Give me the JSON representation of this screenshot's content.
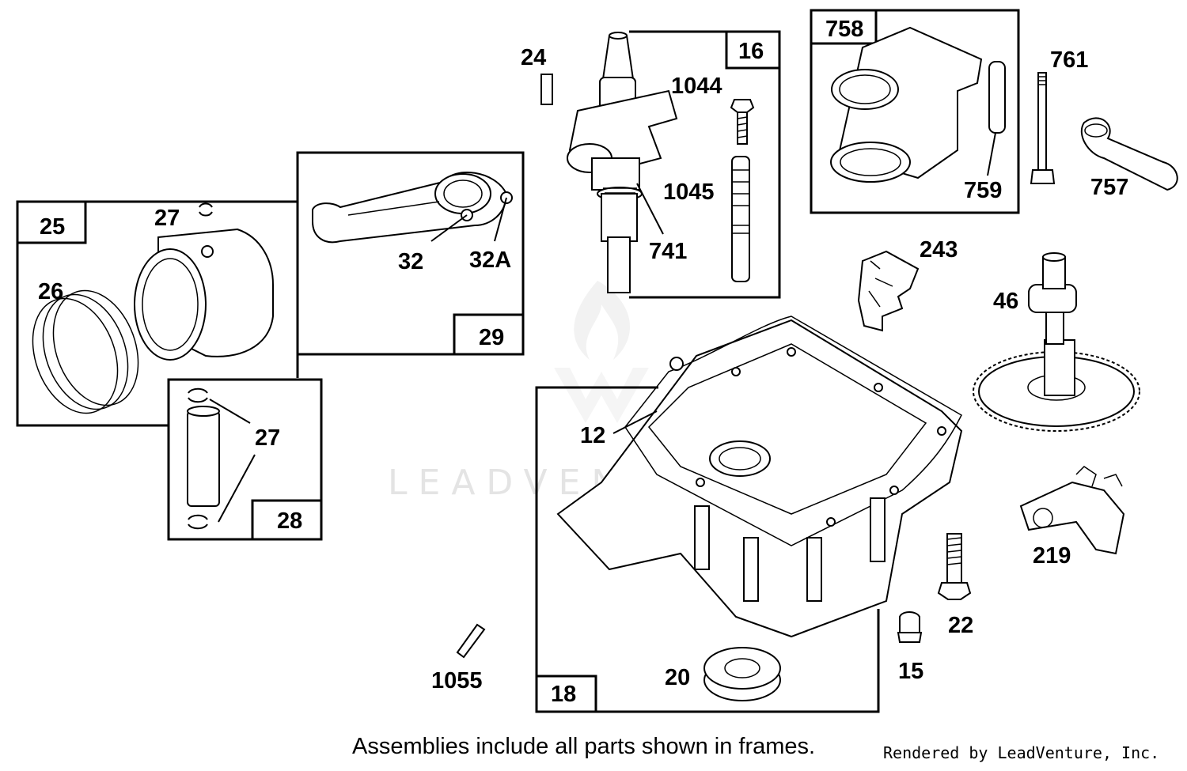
{
  "watermark": "LEADVENTURE",
  "footer": {
    "note": "Assemblies include all parts shown in frames.",
    "credit": "Rendered by LeadVenture, Inc."
  },
  "frames": {
    "f16": "16",
    "f758": "758",
    "f25": "25",
    "f29": "29",
    "f28": "28",
    "f18": "18"
  },
  "parts": {
    "p24": "24",
    "p1044": "1044",
    "p1045": "1045",
    "p741": "741",
    "p761": "761",
    "p759": "759",
    "p757": "757",
    "p27_piston": "27",
    "p26": "26",
    "p32": "32",
    "p32a": "32A",
    "p27_pin": "27",
    "p243": "243",
    "p46": "46",
    "p12": "12",
    "p219": "219",
    "p22": "22",
    "p15": "15",
    "p20": "20",
    "p1055": "1055"
  }
}
